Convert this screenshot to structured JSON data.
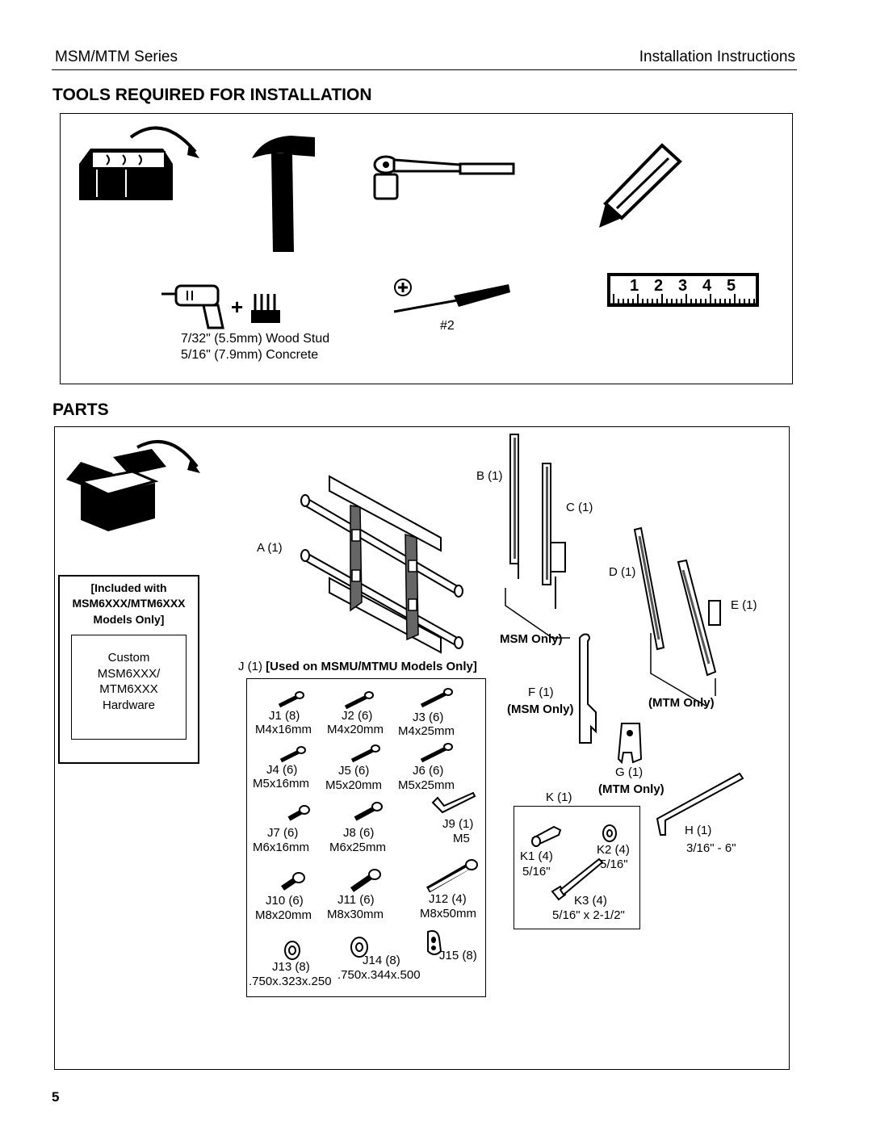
{
  "header": {
    "series": "MSM/MTM Series",
    "doc_type": "Installation Instructions"
  },
  "tools": {
    "title": "TOOLS REQUIRED FOR INSTALLATION",
    "icons": [
      "toolbox-icon",
      "hammer-icon",
      "socket-wrench-icon",
      "pencil-icon",
      "drill-icon",
      "drill-bits-icon",
      "screwdriver-icon",
      "tape-measure-icon"
    ],
    "drill_line1": "7/32\" (5.5mm) Wood Stud",
    "drill_line2": "5/16\" (7.9mm) Concrete",
    "screwdriver_size": "#2",
    "ruler_numbers": [
      "1",
      "2",
      "3",
      "4",
      "5"
    ]
  },
  "parts": {
    "title": "PARTS",
    "included_box": {
      "line1": "[Included with",
      "line2": "MSM6XXX/MTM6XXX",
      "line3": "Models Only]",
      "inner_line1": "Custom",
      "inner_line2": "MSM6XXX/",
      "inner_line3": "MTM6XXX",
      "inner_line4": "Hardware"
    },
    "a_label": "A (1)",
    "b_label": "B (1)",
    "c_label": "C (1)",
    "d_label": "D (1)",
    "e_label": "E (1)",
    "msm_only_1": "MSM Only)",
    "f_label": "F (1)",
    "msm_only_2": "(MSM Only)",
    "mtm_only_1": "(MTM Only)",
    "g_label": "G (1)",
    "mtm_only_2": "(MTM Only)",
    "k_label": "K (1)",
    "h_label": "H (1)",
    "h_size": "3/16\" - 6\"",
    "j_prefix": "J (1)",
    "j_note": "[Used on MSMU/MTMU Models Only]",
    "hardware_j": [
      {
        "id": "J1 (8)",
        "size": "M4x16mm"
      },
      {
        "id": "J2 (6)",
        "size": "M4x20mm"
      },
      {
        "id": "J3 (6)",
        "size": "M4x25mm"
      },
      {
        "id": "J4 (6)",
        "size": "M5x16mm"
      },
      {
        "id": "J5 (6)",
        "size": "M5x20mm"
      },
      {
        "id": "J6 (6)",
        "size": "M5x25mm"
      },
      {
        "id": "J7 (6)",
        "size": "M6x16mm"
      },
      {
        "id": "J8 (6)",
        "size": "M6x25mm"
      },
      {
        "id": "J9 (1)",
        "size": "M5"
      },
      {
        "id": "J10 (6)",
        "size": "M8x20mm"
      },
      {
        "id": "J11 (6)",
        "size": "M8x30mm"
      },
      {
        "id": "J12 (4)",
        "size": "M8x50mm"
      },
      {
        "id": "J13 (8)",
        "size": ".750x.323x.250"
      },
      {
        "id": "J14 (8)",
        "size": ".750x.344x.500"
      },
      {
        "id": "J15 (8)",
        "size": ""
      }
    ],
    "hardware_k": [
      {
        "id": "K1 (4)",
        "size": "5/16\""
      },
      {
        "id": "K2 (4)",
        "size": "5/16\""
      },
      {
        "id": "K3 (4)",
        "size": "5/16\" x 2-1/2\""
      }
    ]
  },
  "page_number": "5"
}
